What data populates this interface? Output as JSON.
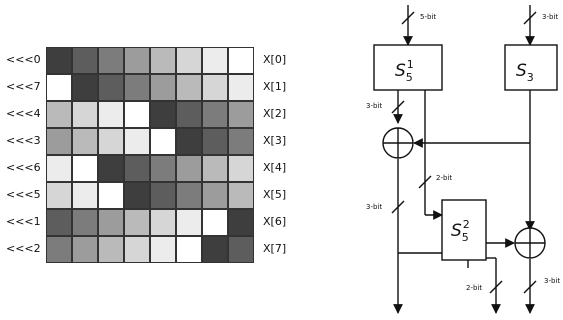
{
  "grid": {
    "palette": [
      "#ffffff",
      "#ececec",
      "#d6d6d6",
      "#bababa",
      "#9c9c9c",
      "#7c7c7c",
      "#5d5d5d",
      "#3e3e3e"
    ],
    "rows": [
      {
        "shift": "<<<0",
        "label": "X[0]",
        "levels": [
          7,
          6,
          5,
          4,
          3,
          2,
          1,
          0
        ]
      },
      {
        "shift": "<<<7",
        "label": "X[1]",
        "levels": [
          0,
          7,
          6,
          5,
          4,
          3,
          2,
          1
        ]
      },
      {
        "shift": "<<<4",
        "label": "X[2]",
        "levels": [
          3,
          2,
          1,
          0,
          7,
          6,
          5,
          4
        ]
      },
      {
        "shift": "<<<3",
        "label": "X[3]",
        "levels": [
          4,
          3,
          2,
          1,
          0,
          7,
          6,
          5
        ]
      },
      {
        "shift": "<<<6",
        "label": "X[4]",
        "levels": [
          1,
          0,
          7,
          6,
          5,
          4,
          3,
          2
        ]
      },
      {
        "shift": "<<<5",
        "label": "X[5]",
        "levels": [
          2,
          1,
          0,
          7,
          6,
          5,
          4,
          3
        ]
      },
      {
        "shift": "<<<1",
        "label": "X[6]",
        "levels": [
          6,
          5,
          4,
          3,
          2,
          1,
          0,
          7
        ]
      },
      {
        "shift": "<<<2",
        "label": "X[7]",
        "levels": [
          5,
          4,
          3,
          2,
          1,
          0,
          7,
          6
        ]
      }
    ]
  },
  "circuit": {
    "bit_labels": {
      "in_left": "5-bit",
      "in_right": "3-bit",
      "mid_upper": "3-bit",
      "mid_right": "2-bit",
      "mid_lower": "3-bit",
      "out_mid": "2-bit",
      "out_right": "3-bit"
    },
    "boxes": {
      "s5_1_base": "S",
      "s5_1_sub": "5",
      "s5_1_sup": "1",
      "s3_base": "S",
      "s3_sub": "3",
      "s5_2_base": "S",
      "s5_2_sub": "5",
      "s5_2_sup": "2"
    }
  }
}
